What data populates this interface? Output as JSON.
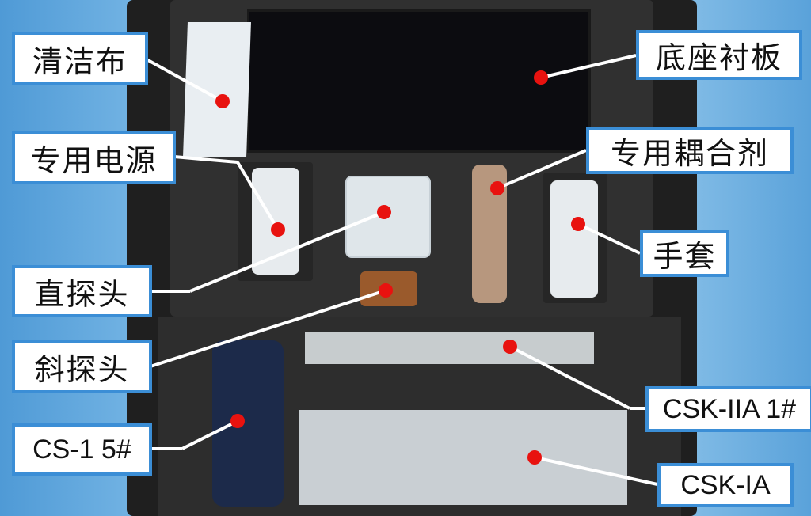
{
  "labels": {
    "cleaning_cloth": "清洁布",
    "power_supply": "专用电源",
    "straight_probe": "直探头",
    "angle_probe": "斜探头",
    "cs1_block": "CS-1 5#",
    "base_liner": "底座衬板",
    "couplant": "专用耦合剂",
    "gloves": "手套",
    "csk_iia_block": "CSK-IIA 1#",
    "csk_ia_block": "CSK-IA"
  },
  "colors": {
    "marker": "#e8120f",
    "label_border": "#3b8ed6",
    "leader_line": "#ffffff"
  }
}
